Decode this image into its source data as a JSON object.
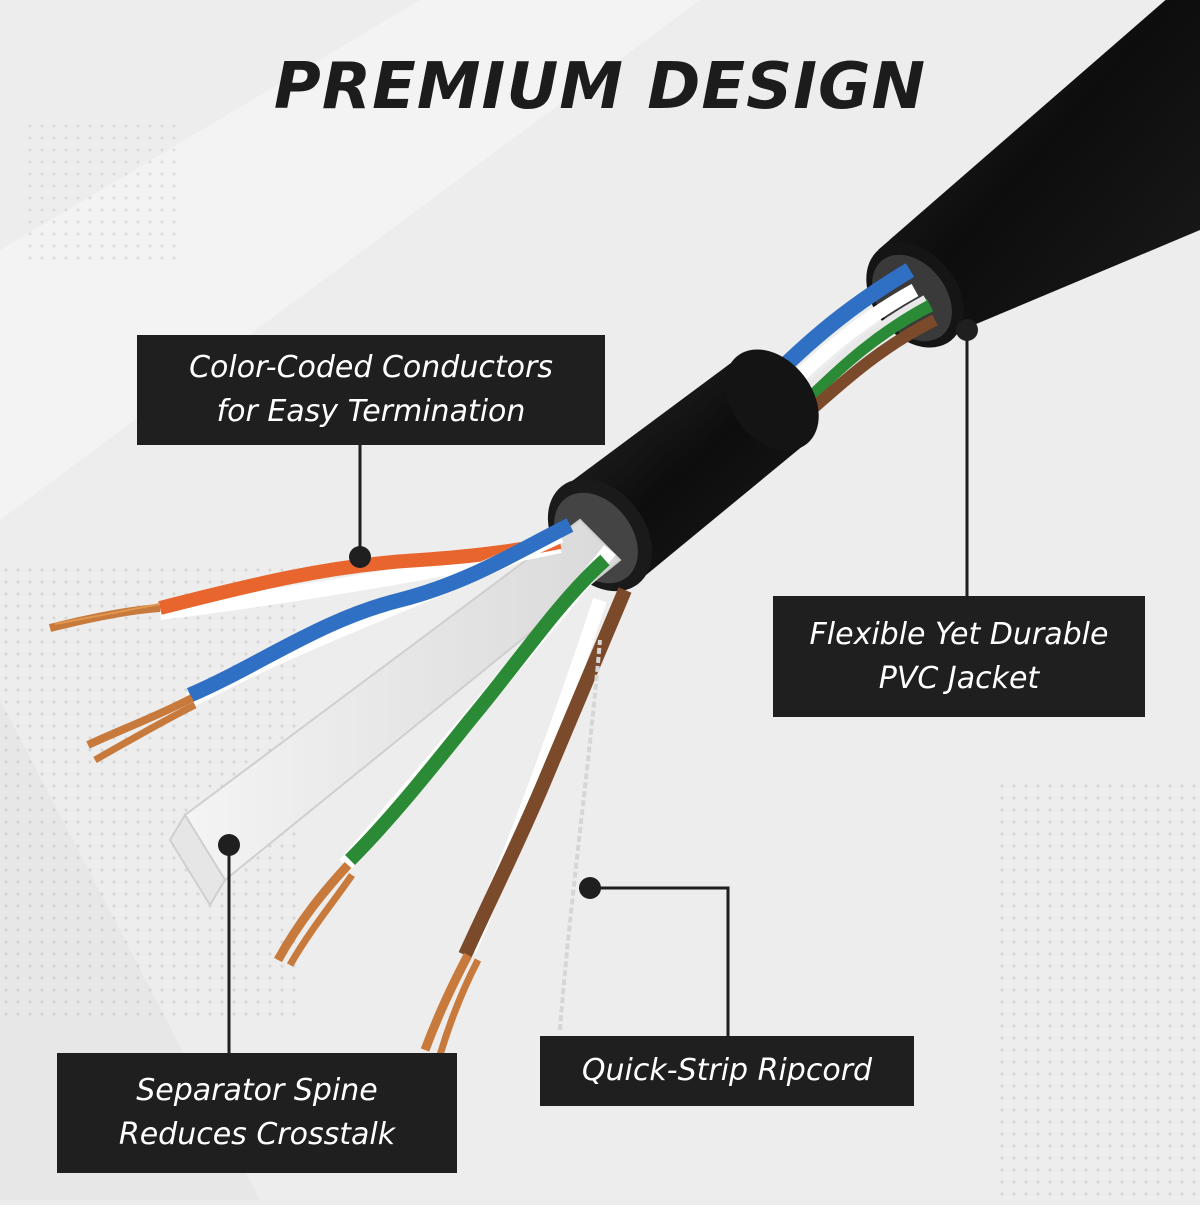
{
  "title": "PREMIUM DESIGN",
  "callouts": {
    "conductors": {
      "line1": "Color-Coded Conductors",
      "line2": "for Easy Termination"
    },
    "jacket": {
      "line1": "Flexible Yet Durable",
      "line2": "PVC Jacket"
    },
    "spine": {
      "line1": "Separator Spine",
      "line2": "Reduces Crosstalk"
    },
    "ripcord": {
      "line1": "Quick-Strip Ripcord"
    }
  },
  "colors": {
    "background": "#ececec",
    "label_bg": "#1f1f1f",
    "label_text": "#ffffff",
    "jacket": "#111111",
    "pair_orange": "#e8662e",
    "pair_blue": "#2f6fc4",
    "pair_green": "#2a8a36",
    "pair_brown": "#7a4a2a",
    "copper": "#c87a3c"
  }
}
